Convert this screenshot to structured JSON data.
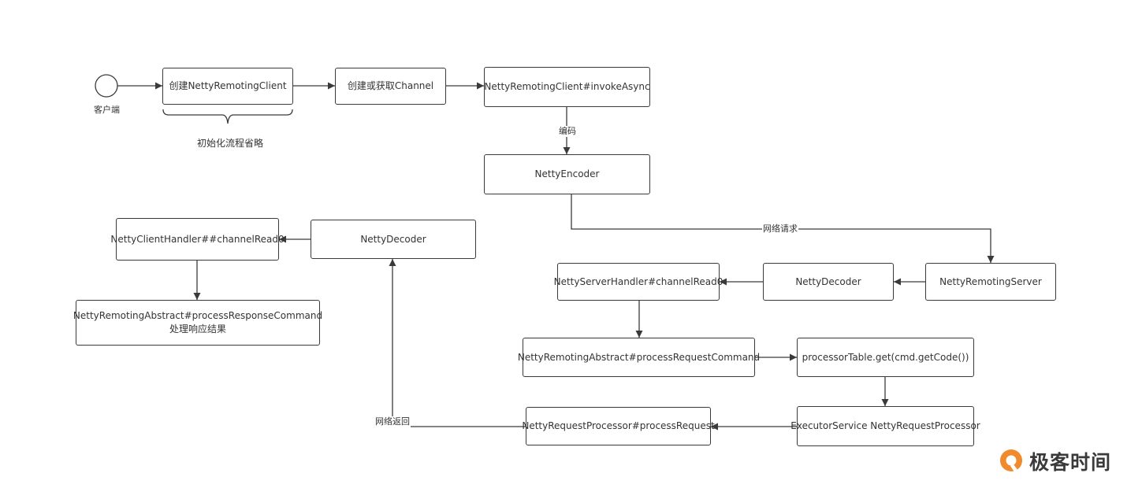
{
  "nodes": {
    "start_caption": "客户端",
    "create_client": "创建NettyRemotingClient",
    "init_note": "初始化流程省略",
    "create_channel": "创建或获取Channel",
    "invoke_async": "NettyRemotingClient#invokeAsync",
    "encoder": "NettyEncoder",
    "client_handler": "NettyClientHandler##channelRead0",
    "client_decoder": "NettyDecoder",
    "process_response": "NettyRemotingAbstract#processResponseCommand",
    "process_response_sub": "处理响应结果",
    "server_handler": "NettyServerHandler#channelRead0",
    "server_decoder": "NettyDecoder",
    "remoting_server": "NettyRemotingServer",
    "process_request": "NettyRemotingAbstract#processRequestCommand",
    "processor_table": "processorTable.get(cmd.getCode())",
    "executor": "ExecutorService NettyRequestProcessor",
    "request_processor": "NettyRequestProcessor#processRequest"
  },
  "edge_labels": {
    "encode": "编码",
    "network_request": "网络请求",
    "network_return": "网络返回"
  },
  "brand": {
    "name": "极客时间",
    "icon": "geek-time-logo-icon",
    "color": "#f08a2c"
  },
  "colors": {
    "line": "#3a3a3a",
    "text": "#333333"
  }
}
